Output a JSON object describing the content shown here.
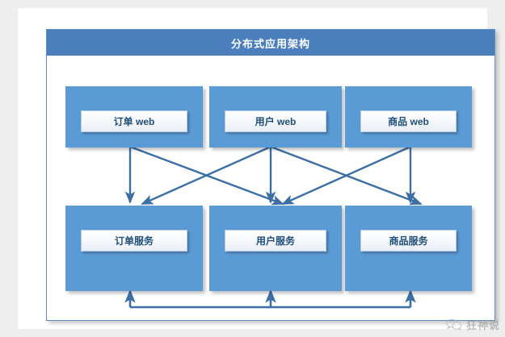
{
  "diagram": {
    "title": "分布式应用架构",
    "header_color": "#4a7ebc",
    "box_color": "#5b9bd5",
    "connector_color": "#3d6fa5",
    "label_text_color": "#1f4e79",
    "tiers": [
      {
        "name": "web-tier",
        "nodes": [
          {
            "id": "order-web",
            "label": "订单 web"
          },
          {
            "id": "user-web",
            "label": "用户 web"
          },
          {
            "id": "product-web",
            "label": "商品 web"
          }
        ]
      },
      {
        "name": "service-tier",
        "nodes": [
          {
            "id": "order-service",
            "label": "订单服务"
          },
          {
            "id": "user-service",
            "label": "用户服务"
          },
          {
            "id": "product-service",
            "label": "商品服务"
          }
        ]
      }
    ],
    "connections": [
      {
        "from": "order-web",
        "to": "order-service",
        "style": "straight"
      },
      {
        "from": "order-web",
        "to": "user-service",
        "style": "diagonal"
      },
      {
        "from": "user-web",
        "to": "user-service",
        "style": "straight"
      },
      {
        "from": "user-web",
        "to": "order-service",
        "style": "diagonal"
      },
      {
        "from": "user-web",
        "to": "product-service",
        "style": "diagonal"
      },
      {
        "from": "product-web",
        "to": "product-service",
        "style": "straight"
      },
      {
        "from": "product-web",
        "to": "user-service",
        "style": "diagonal"
      },
      {
        "from": "bus",
        "to": "order-service",
        "style": "bus-riser"
      },
      {
        "from": "bus",
        "to": "user-service",
        "style": "bus-riser"
      },
      {
        "from": "bus",
        "to": "product-service",
        "style": "bus-riser"
      }
    ]
  },
  "watermark": {
    "icon": "wechat-icon",
    "text": "狂神说"
  }
}
